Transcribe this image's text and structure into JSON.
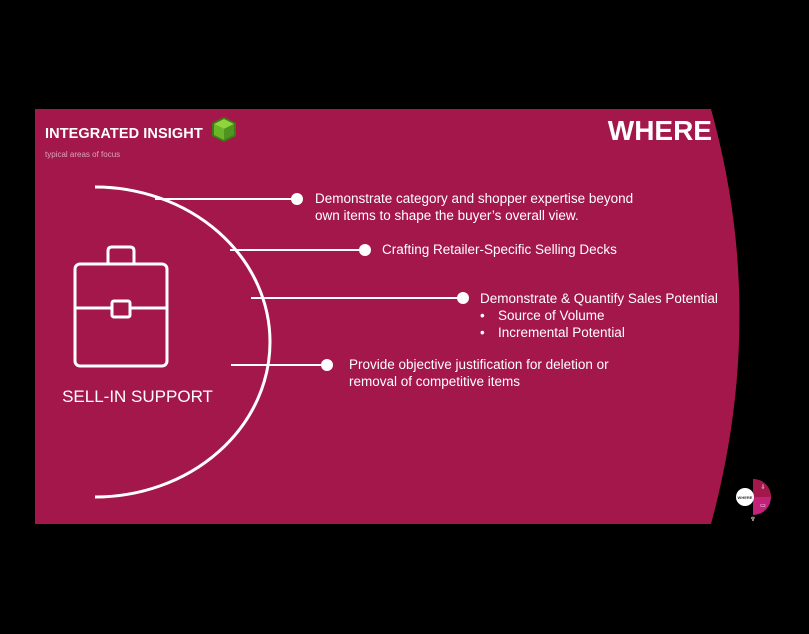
{
  "brand": {
    "title": "INTEGRATED INSIGHT",
    "subtitle": "typical areas of focus",
    "cube_icon": "green-cube-icon"
  },
  "heading": "WHERE",
  "section": {
    "label": "SELL-IN SUPPORT",
    "icon": "briefcase-icon"
  },
  "items": [
    {
      "text": "Demonstrate category and shopper expertise beyond own items to shape the buyer’s overall view."
    },
    {
      "text": "Crafting Retailer-Specific Selling Decks"
    },
    {
      "text": "Demonstrate & Quantify Sales Potential",
      "bullets": [
        "Source of Volume",
        "Incremental Potential"
      ]
    },
    {
      "text": "Provide objective justification for deletion or removal of competitive items"
    }
  ],
  "nav_widget": {
    "center_label": "WHERE"
  },
  "colors": {
    "slide_bg": "#A4174A",
    "accent_green": "#6BB52A",
    "nav_magenta": "#C2227A",
    "text": "#FFFFFF"
  }
}
